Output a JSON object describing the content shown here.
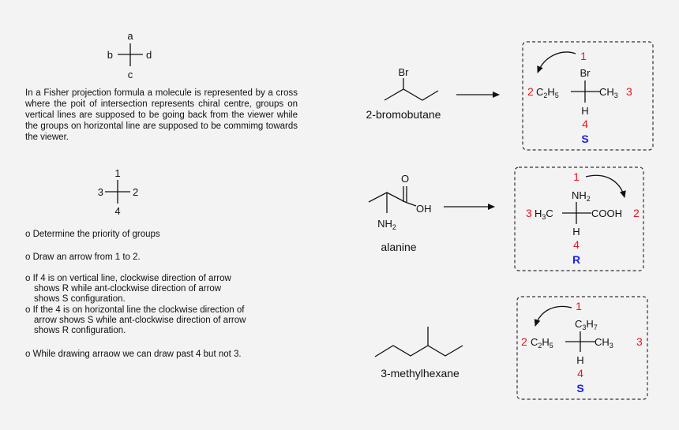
{
  "fisher_generic": {
    "top": "a",
    "left": "b",
    "right": "d",
    "bottom": "c"
  },
  "explanation": "In  a Fisher projection formula a molecule is represented by a cross where the poit of intersection represents chiral centre, groups on vertical lines are supposed to be going back from the viewer while the groups on horizontal line are supposed to be commimg towards the viewer.",
  "fisher_priority": {
    "top": "1",
    "left": "3",
    "right": "2",
    "bottom": "4"
  },
  "steps": [
    {
      "bullet": "o",
      "line1": "Determine the priority of groups"
    },
    {
      "bullet": "o",
      "line1": "Draw an arrow from 1 to 2."
    },
    {
      "bullet": "o",
      "line1": "If 4 is on vertical line, clockwise direction of arrow",
      "line2": "shows R while ant-clockwise direction of arrow",
      "line3": "shows S configuration."
    },
    {
      "bullet": "o",
      "line1": "If the 4 is on horizontal line the clockwise direction of",
      "line2": "arrow shows S while ant-clockwise direction of arrow",
      "line3": "shows R configuration."
    },
    {
      "bullet": "o",
      "line1": "While drawing arraow we can draw past 4 but not 3."
    }
  ],
  "examples": [
    {
      "compound": "2-bromobutane",
      "substituent": "Br",
      "fischer": {
        "top": "Br",
        "left": "C2H5",
        "right": "CH3",
        "bottom": "H",
        "p_top": "1",
        "p_left": "2",
        "p_right": "3",
        "p_bottom": "4",
        "configuration": "S"
      }
    },
    {
      "compound": "alanine",
      "substituent_o": "O",
      "substituent_oh": "OH",
      "substituent_nh2": "NH2",
      "fischer": {
        "top": "NH2",
        "left": "H3C",
        "right": "COOH",
        "bottom": "H",
        "p_top": "1",
        "p_left": "3",
        "p_right": "2",
        "p_bottom": "4",
        "configuration": "R"
      }
    },
    {
      "compound": "3-methylhexane",
      "fischer": {
        "top": "C3H7",
        "left": "C2H5",
        "right": "CH3",
        "bottom": "H",
        "p_top": "1",
        "p_left": "2",
        "p_right": "3",
        "p_bottom": "4",
        "configuration": "S"
      }
    }
  ]
}
